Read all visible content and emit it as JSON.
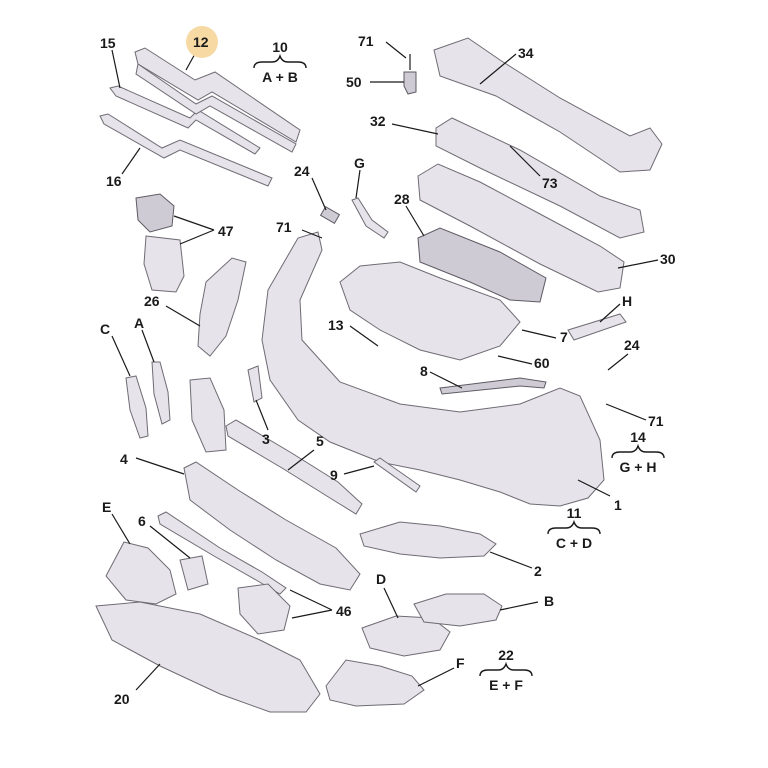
{
  "highlight_color": "#f7d9a4",
  "part_color": "#e6e3ea",
  "outline_color": "#6f6b74",
  "labels": {
    "l15": "15",
    "l12": "12",
    "l16": "16",
    "l24a": "24",
    "l71a": "71",
    "l47": "47",
    "l26": "26",
    "lC": "C",
    "lA": "A",
    "lG": "G",
    "l71b": "71",
    "l50": "50",
    "l34": "34",
    "l32": "32",
    "l73": "73",
    "l28": "28",
    "l30": "30",
    "lH": "H",
    "l13": "13",
    "l7": "7",
    "l60": "60",
    "l8": "8",
    "l24b": "24",
    "l71c": "71",
    "l3": "3",
    "l5": "5",
    "l4": "4",
    "l9": "9",
    "l1": "1",
    "lE": "E",
    "l6": "6",
    "l2": "2",
    "lD": "D",
    "lB": "B",
    "l46": "46",
    "l20": "20",
    "lF": "F"
  },
  "groups": {
    "g10": {
      "number": "10",
      "members": "A + B"
    },
    "g14": {
      "number": "14",
      "members": "G + H"
    },
    "g11": {
      "number": "11",
      "members": "C + D"
    },
    "g22": {
      "number": "22",
      "members": "E + F"
    }
  }
}
